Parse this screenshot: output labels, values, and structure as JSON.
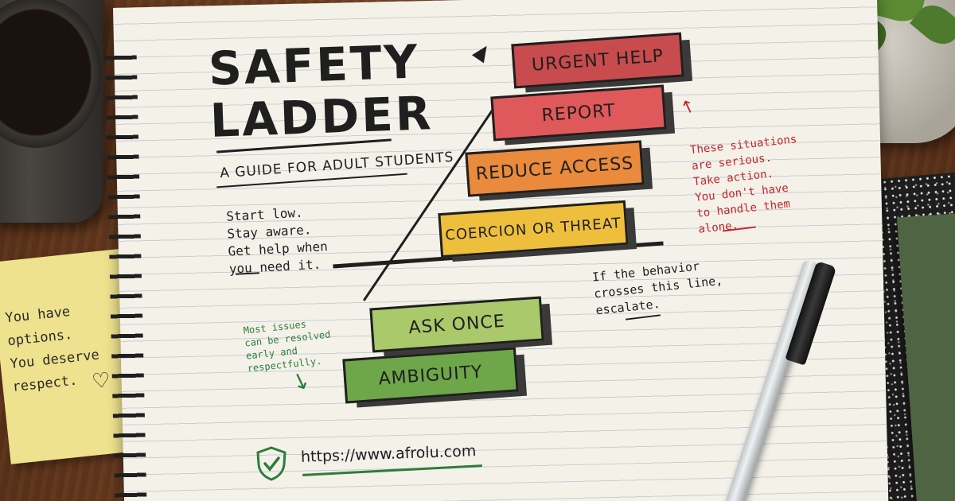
{
  "title": {
    "line1": "SAFETY",
    "line2": "LADDER",
    "subtitle": "A GUIDE FOR ADULT STUDENTS"
  },
  "advice": {
    "text": "Start low.\nStay aware.\nGet help when\nyou need it."
  },
  "steps": [
    {
      "label": "AMBIGUITY",
      "color": "#6ea64a"
    },
    {
      "label": "ASK  ONCE",
      "color": "#a9c96b"
    },
    {
      "label": "COERCION OR THREAT",
      "color": "#eebf3d"
    },
    {
      "label": "REDUCE ACCESS",
      "color": "#e98a3c"
    },
    {
      "label": "REPORT",
      "color": "#e0595a"
    },
    {
      "label": "URGENT HELP",
      "color": "#c84b4e"
    }
  ],
  "notes": {
    "serious": "These situations\nare serious.\nTake action.\nYou don't have\nto handle them\nalone.",
    "line": "If the behavior\ncrosses this line,\nescalate.",
    "resolve": "Most issues\ncan be resolved\nearly and\nrespectfully."
  },
  "sticky": {
    "text": "You have\noptions.\nYou deserve\nrespect."
  },
  "footer": {
    "url": "https://www.afrolu.com"
  },
  "colors": {
    "red_note": "#c0262d",
    "green_note": "#2c7d3b"
  },
  "icons": {
    "shield": "shield-check-icon",
    "heart": "heart-icon",
    "arrow": "arrow-icon"
  }
}
